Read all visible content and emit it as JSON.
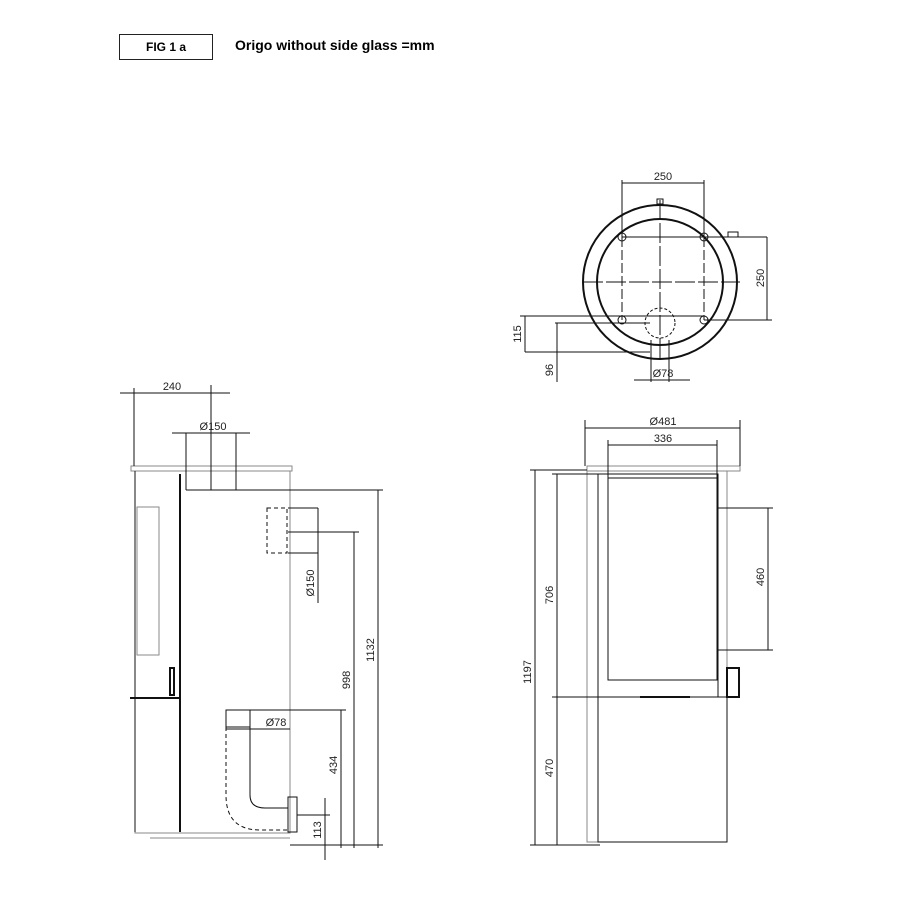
{
  "header": {
    "figure_label": "FIG 1 a",
    "title": "Origo without side glass =mm"
  },
  "top_view": {
    "bolt_spacing_x": "250",
    "bolt_spacing_y": "250",
    "dim_115": "115",
    "dim_96": "96",
    "air_inlet_diameter": "Ø78"
  },
  "side_view": {
    "dim_240": "240",
    "top_outlet_diameter": "Ø150",
    "rear_outlet_diameter": "Ø150",
    "height_1132": "1132",
    "height_998": "998",
    "air_inlet_diameter": "Ø78",
    "height_434": "434",
    "height_113": "113"
  },
  "front_view": {
    "width_481": "Ø481",
    "width_336": "336",
    "height_1197": "1197",
    "height_706": "706",
    "height_470": "470",
    "height_460": "460"
  }
}
